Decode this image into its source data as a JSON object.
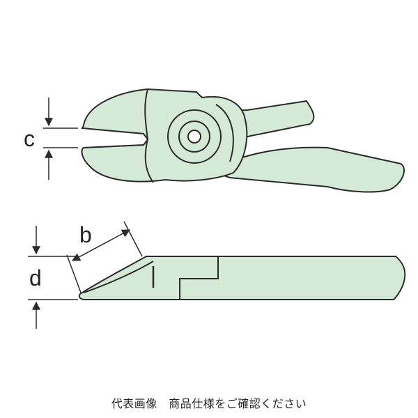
{
  "diagram": {
    "colors": {
      "fill": "#d4ead6",
      "stroke": "#2a2a2a",
      "background": "#ffffff"
    },
    "labels": {
      "c": "c",
      "b": "b",
      "d": "d"
    }
  },
  "caption": "代表画像　商品仕様をご確認ください"
}
